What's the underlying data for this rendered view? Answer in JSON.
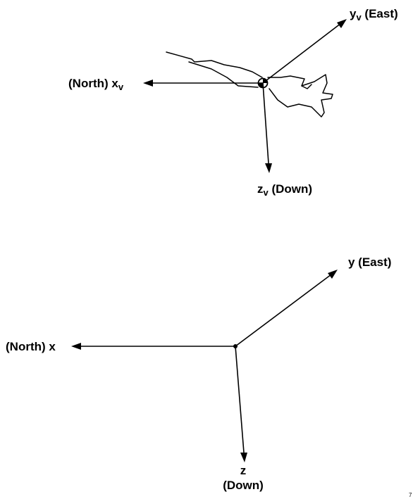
{
  "vehicle_frame": {
    "x_axis": {
      "prefix": "(North) ",
      "symbol": "x",
      "subscript": "v",
      "suffix": ""
    },
    "y_axis": {
      "prefix": "",
      "symbol": "y",
      "subscript": "v",
      "suffix": " (East)"
    },
    "z_axis": {
      "prefix": "",
      "symbol": "z",
      "subscript": "v",
      "suffix": " (Down)"
    }
  },
  "reference_frame": {
    "x_label": "(North) x",
    "y_label": "y (East)",
    "z_label_line1": "z",
    "z_label_line2": "(Down)"
  },
  "figure_number": "7"
}
